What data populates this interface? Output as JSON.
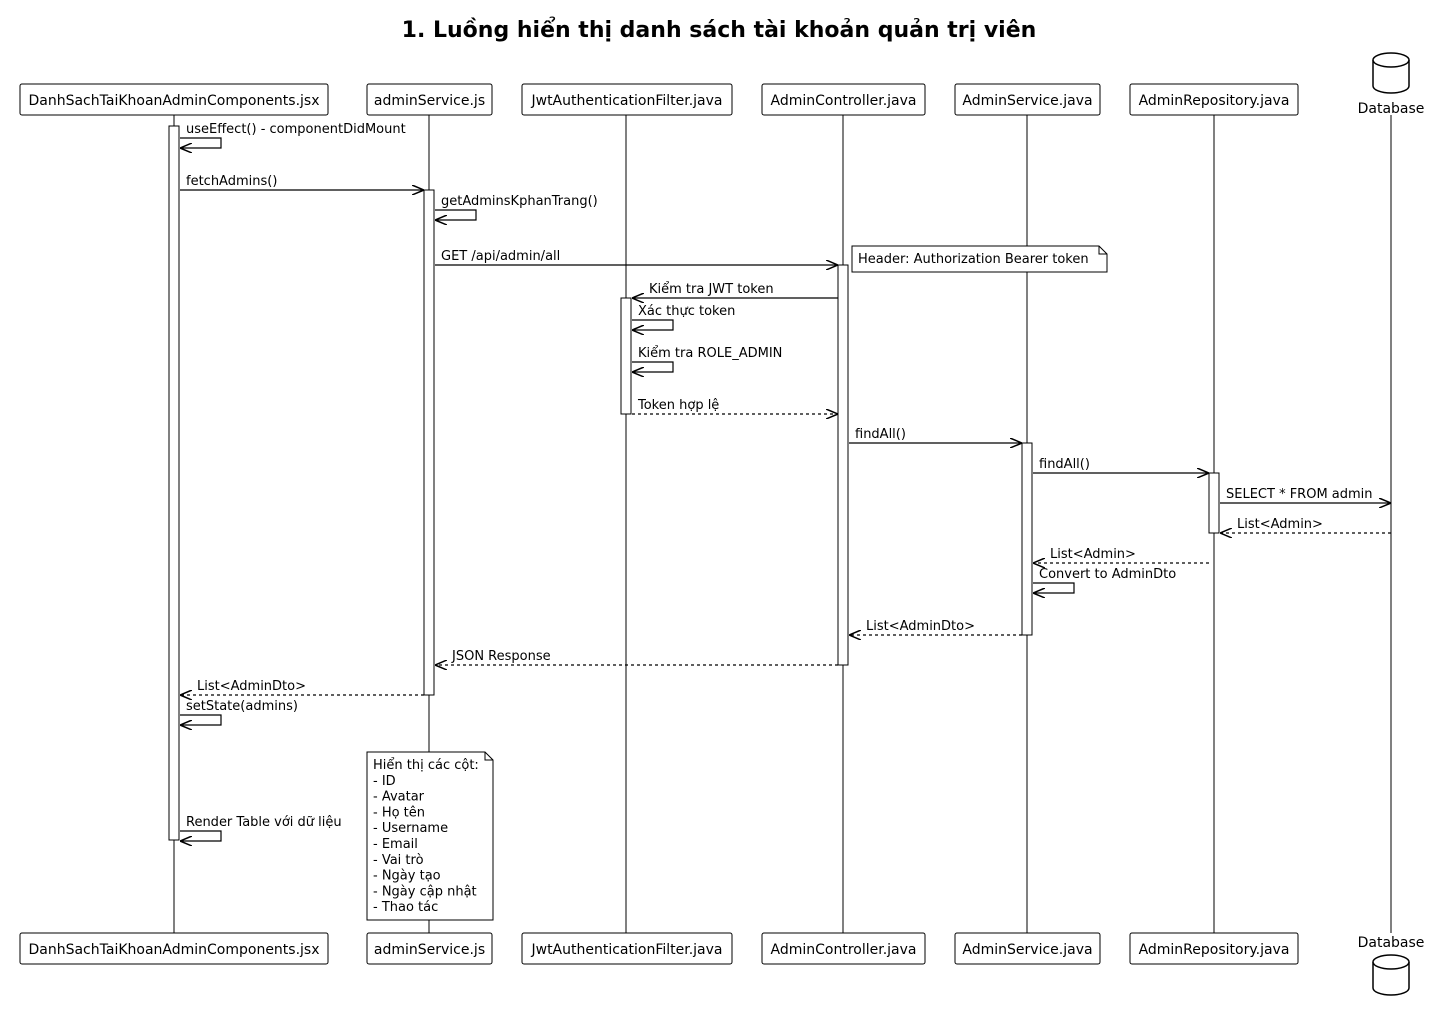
{
  "title": "1. Luồng hiển thị danh sách tài khoản quản trị viên",
  "participants": [
    {
      "id": "ui",
      "label": "DanhSachTaiKhoanAdminComponents.jsx",
      "shape": "box"
    },
    {
      "id": "svc_js",
      "label": "adminService.js",
      "shape": "box"
    },
    {
      "id": "jwt",
      "label": "JwtAuthenticationFilter.java",
      "shape": "box"
    },
    {
      "id": "ctrl",
      "label": "AdminController.java",
      "shape": "box"
    },
    {
      "id": "svc_java",
      "label": "AdminService.java",
      "shape": "box"
    },
    {
      "id": "repo",
      "label": "AdminRepository.java",
      "shape": "box"
    },
    {
      "id": "db",
      "label": "Database",
      "shape": "database"
    }
  ],
  "messages": [
    {
      "from": "ui",
      "to": "ui",
      "label": "useEffect() - componentDidMount",
      "style": "solid"
    },
    {
      "from": "ui",
      "to": "svc_js",
      "label": "fetchAdmins()",
      "style": "solid"
    },
    {
      "from": "svc_js",
      "to": "svc_js",
      "label": "getAdminsKphanTrang()",
      "style": "solid"
    },
    {
      "from": "svc_js",
      "to": "ctrl",
      "label": "GET /api/admin/all",
      "style": "solid"
    },
    {
      "from": "ctrl",
      "to": "jwt",
      "label": "Kiểm tra JWT token",
      "style": "solid"
    },
    {
      "from": "jwt",
      "to": "jwt",
      "label": "Xác thực token",
      "style": "solid"
    },
    {
      "from": "jwt",
      "to": "jwt",
      "label": "Kiểm tra ROLE_ADMIN",
      "style": "solid"
    },
    {
      "from": "jwt",
      "to": "ctrl",
      "label": "Token hợp lệ",
      "style": "dashed"
    },
    {
      "from": "ctrl",
      "to": "svc_java",
      "label": "findAll()",
      "style": "solid"
    },
    {
      "from": "svc_java",
      "to": "repo",
      "label": "findAll()",
      "style": "solid"
    },
    {
      "from": "repo",
      "to": "db",
      "label": "SELECT * FROM admin",
      "style": "solid"
    },
    {
      "from": "db",
      "to": "repo",
      "label": "List<Admin>",
      "style": "dashed"
    },
    {
      "from": "repo",
      "to": "svc_java",
      "label": "List<Admin>",
      "style": "dashed"
    },
    {
      "from": "svc_java",
      "to": "svc_java",
      "label": "Convert to AdminDto",
      "style": "solid"
    },
    {
      "from": "svc_java",
      "to": "ctrl",
      "label": "List<AdminDto>",
      "style": "dashed"
    },
    {
      "from": "ctrl",
      "to": "svc_js",
      "label": "JSON Response",
      "style": "dashed"
    },
    {
      "from": "svc_js",
      "to": "ui",
      "label": "List<AdminDto>",
      "style": "dashed"
    },
    {
      "from": "ui",
      "to": "ui",
      "label": "setState(admins)",
      "style": "solid"
    },
    {
      "from": "ui",
      "to": "ui",
      "label": "Render Table với dữ liệu",
      "style": "solid"
    }
  ],
  "notes": [
    {
      "anchor": "ctrl",
      "lines": [
        "Header: Authorization Bearer token"
      ]
    },
    {
      "anchor": "svc_js",
      "lines": [
        "Hiển thị các cột:",
        "- ID",
        "- Avatar",
        "- Họ tên",
        "- Username",
        "- Email",
        "- Vai trò",
        "- Ngày tạo",
        "- Ngày cập nhật",
        "- Thao tác"
      ]
    }
  ],
  "colors": {
    "line": "#000000",
    "box_fill": "#ffffff",
    "note_fill": "#ffffff",
    "background": "#ffffff"
  }
}
